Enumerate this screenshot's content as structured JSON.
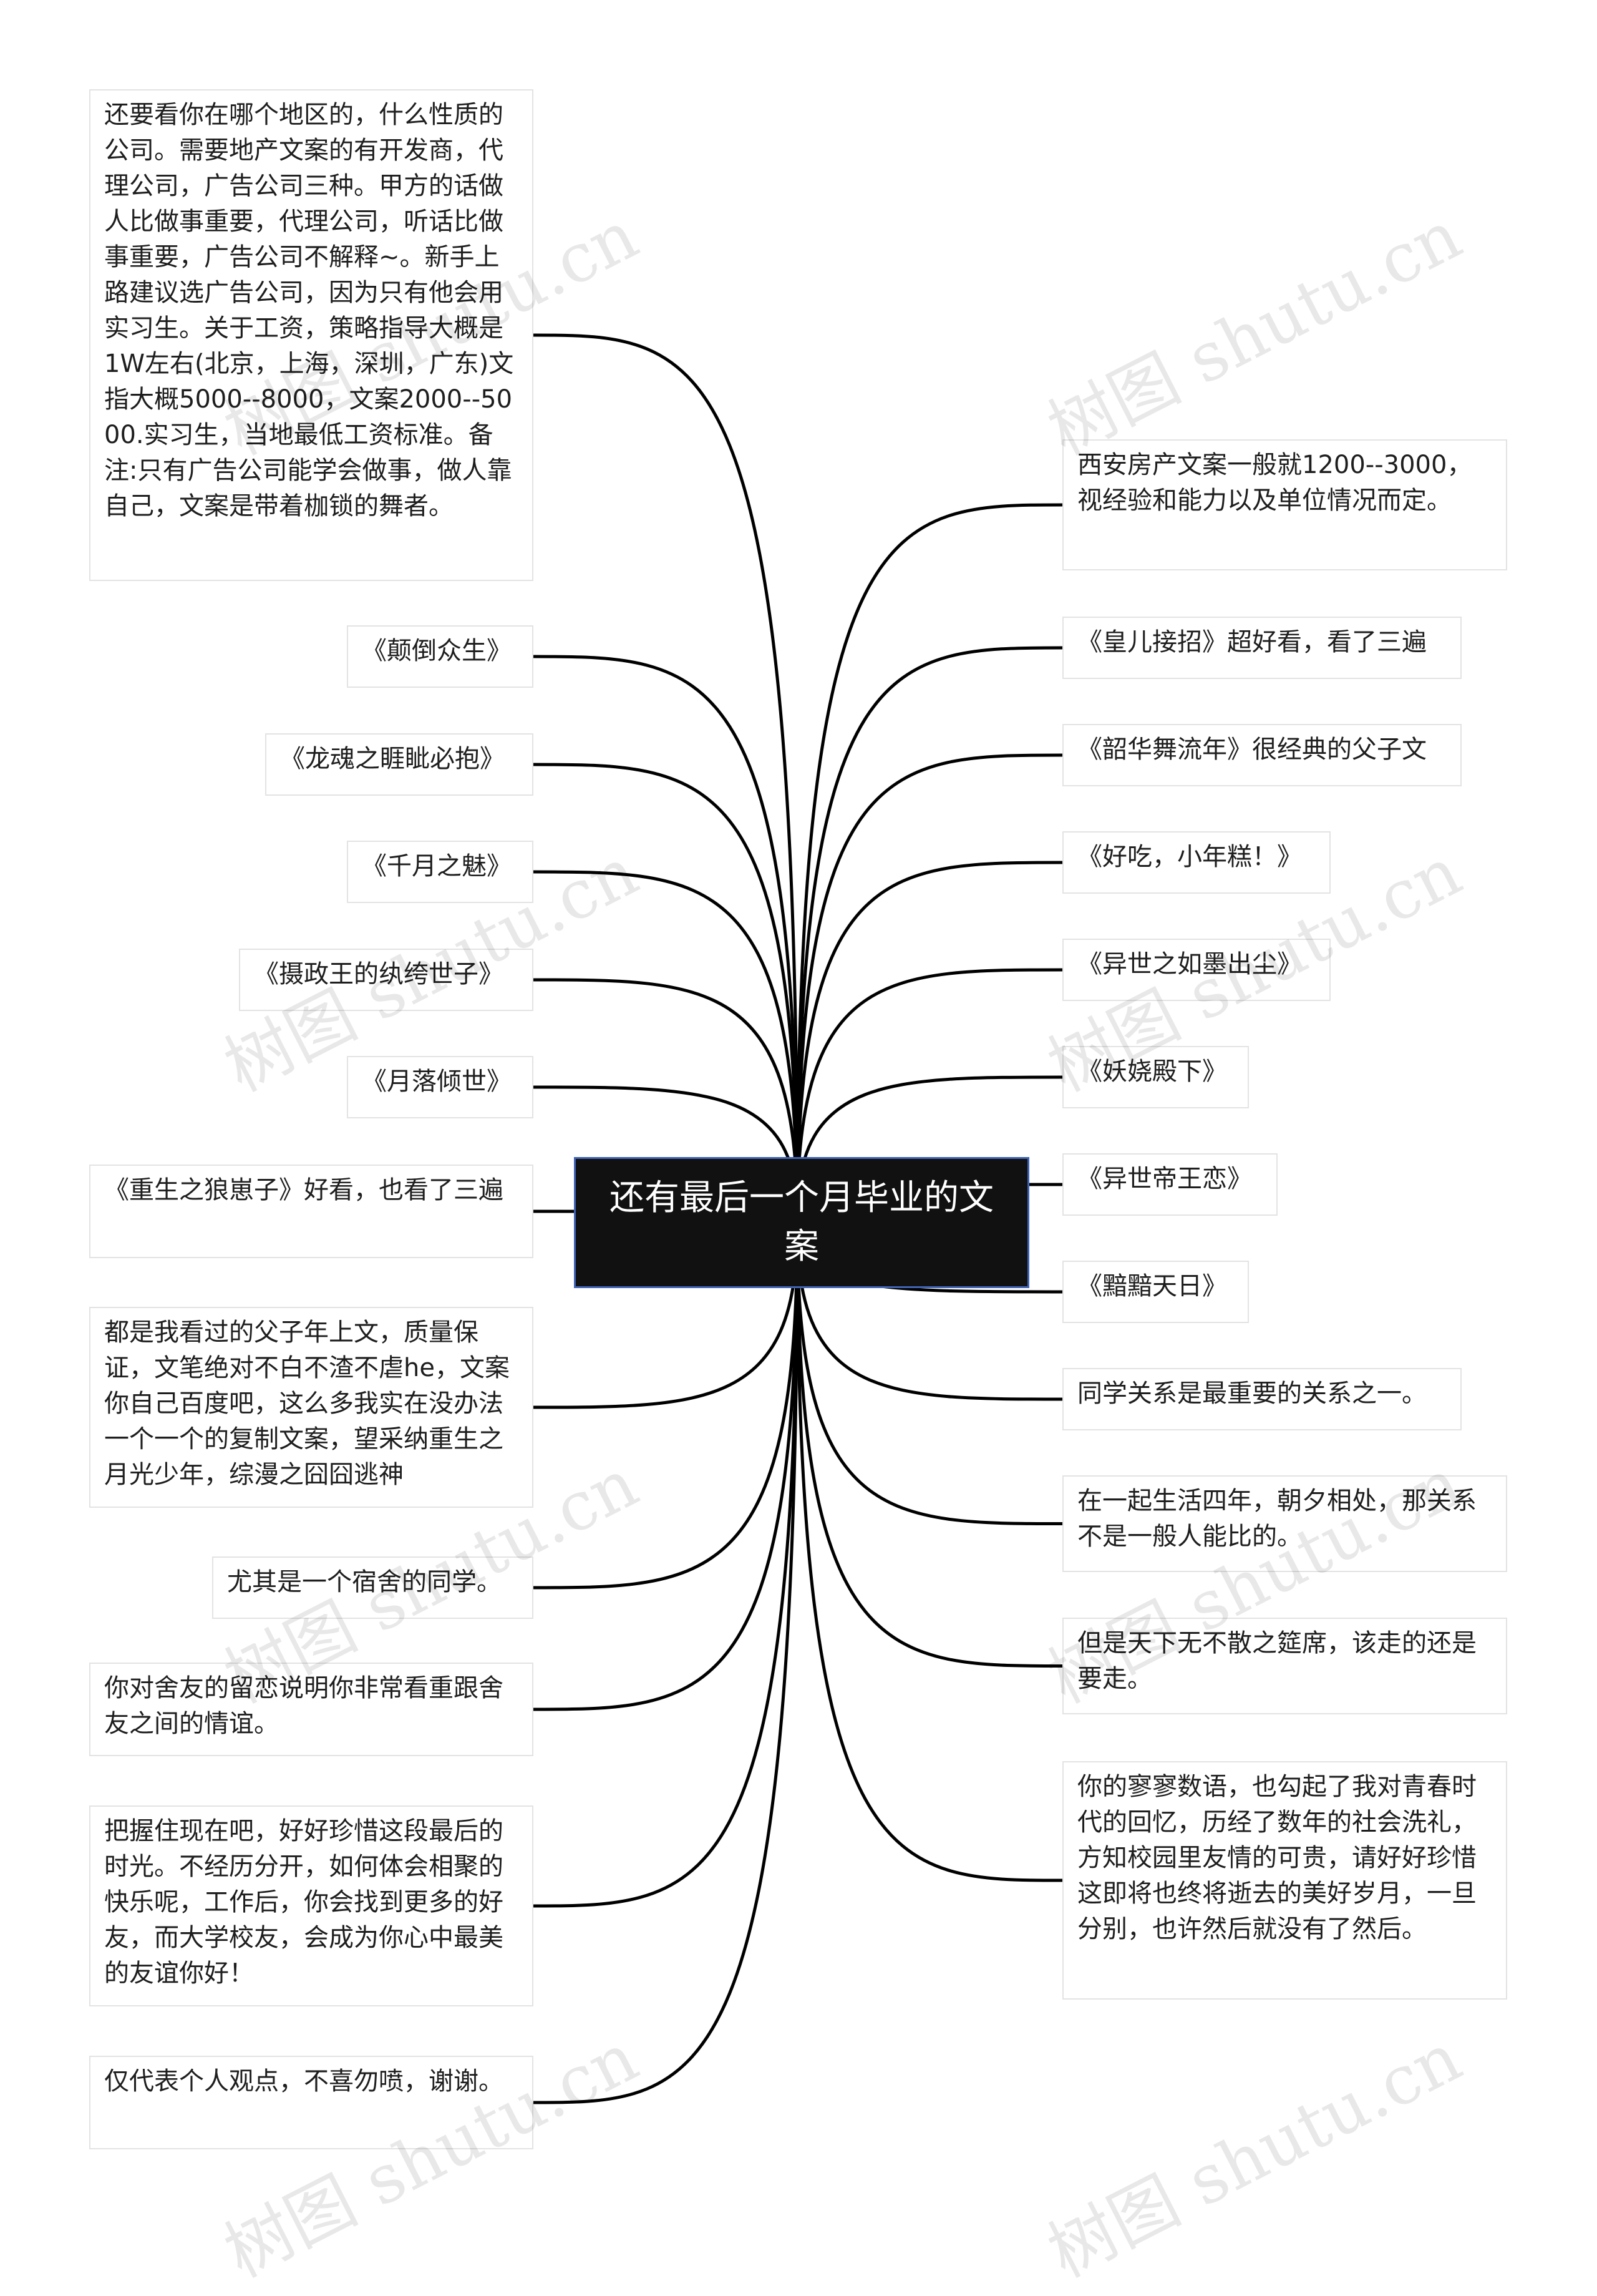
{
  "center": "还有最后一个月毕业的文案",
  "left": [
    "还要看你在哪个地区的，什么性质的公司。需要地产文案的有开发商，代理公司，广告公司三种。甲方的话做人比做事重要，代理公司，听话比做事重要，广告公司不解释~。新手上路建议选广告公司，因为只有他会用实习生。关于工资，策略指导大概是1W左右(北京，上海，深圳，广东)文指大概5000--8000，文案2000--5000.实习生，当地最低工资标准。备注:只有广告公司能学会做事，做人靠自己，文案是带着枷锁的舞者。",
    "《颠倒众生》",
    "《龙魂之睚眦必抱》",
    "《千月之魅》",
    "《摄政王的纨绔世子》",
    "《月落倾世》",
    "《重生之狼崽子》好看，也看了三遍",
    "都是我看过的父子年上文，质量保证，文笔绝对不白不渣不虐he，文案你自己百度吧，这么多我实在没办法一个一个的复制文案，望采纳重生之月光少年，综漫之囧囧逃神",
    "尤其是一个宿舍的同学。",
    "你对舍友的留恋说明你非常看重跟舍友之间的情谊。",
    "把握住现在吧，好好珍惜这段最后的时光。不经历分开，如何体会相聚的快乐呢，工作后，你会找到更多的好友，而大学校友，会成为你心中最美的友谊你好！",
    "仅代表个人观点，不喜勿喷，谢谢。"
  ],
  "right": [
    "西安房产文案一般就1200--3000，视经验和能力以及单位情况而定。",
    "《皇儿接招》超好看，看了三遍",
    "《韶华舞流年》很经典的父子文",
    "《好吃，小年糕！》",
    "《异世之如墨出尘》",
    "《妖娆殿下》",
    "《异世帝王恋》",
    "《黯黯天日》",
    "同学关系是最重要的关系之一。",
    "在一起生活四年，朝夕相处，那关系不是一般人能比的。",
    "但是天下无不散之筵席，该走的还是要走。",
    "你的寥寥数语，也勾起了我对青春时代的回忆，历经了数年的社会洗礼，方知校园里友情的可贵，请好好珍惜这即将也终将逝去的美好岁月，一旦分别，也许然后就没有了然后。"
  ],
  "watermark": "树图 shutu.cn",
  "colors": {
    "center_bg": "#111111",
    "center_border": "#3f63b5",
    "edge": "#000000",
    "node_border": "#e3e3e3"
  }
}
